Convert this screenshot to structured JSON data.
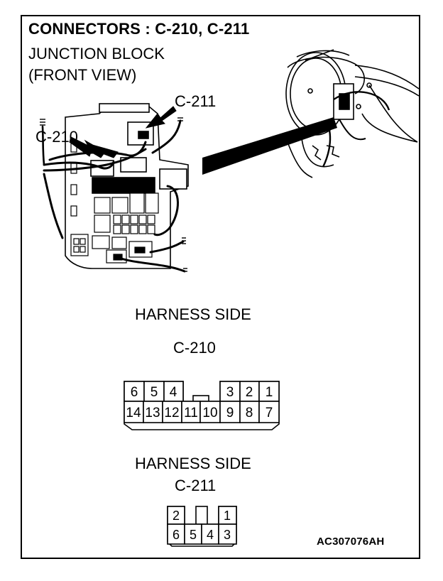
{
  "header": {
    "title": "CONNECTORS : C-210, C-211",
    "subtitle_line1": "JUNCTION BLOCK",
    "subtitle_line2": "(FRONT VIEW)"
  },
  "callouts": {
    "c211": "C-211",
    "c210": "C-210"
  },
  "connector_c210": {
    "side_label": "HARNESS SIDE",
    "name": "C-210",
    "top_row": [
      "6",
      "5",
      "4",
      "",
      "3",
      "2",
      "1"
    ],
    "bottom_row": [
      "14",
      "13",
      "12",
      "11",
      "10",
      "9",
      "8",
      "7"
    ]
  },
  "connector_c211": {
    "side_label": "HARNESS SIDE",
    "name": "C-211",
    "top_row": [
      "2",
      "",
      "1"
    ],
    "bottom_row": [
      "6",
      "5",
      "4",
      "3"
    ]
  },
  "footer": {
    "code": "AC307076AH"
  }
}
